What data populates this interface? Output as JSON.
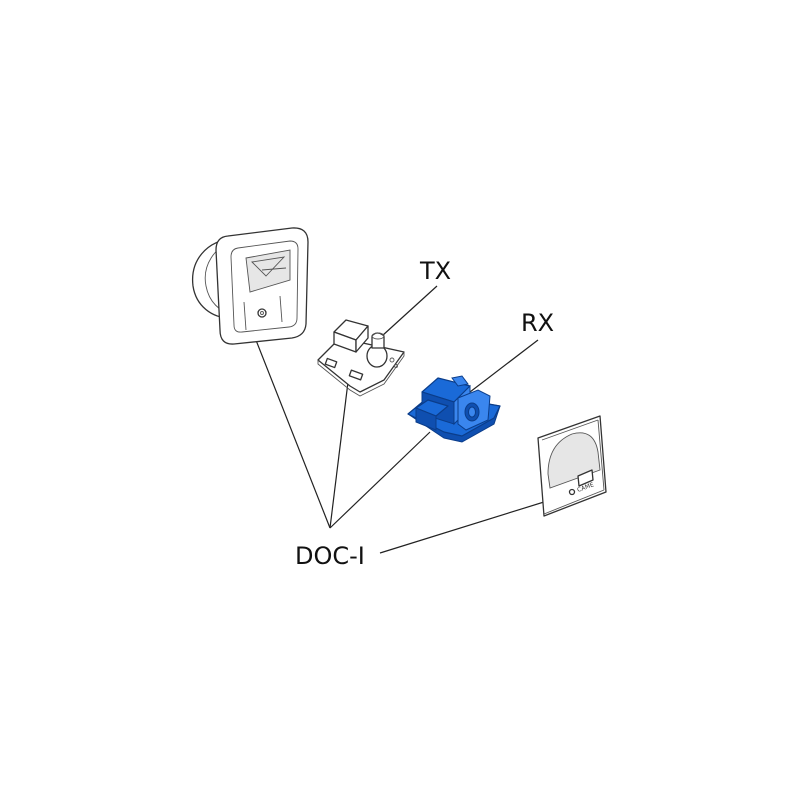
{
  "labels": {
    "tx": "TX",
    "rx": "RX",
    "doc": "DOC-I"
  },
  "cover_plate_text": "CAME",
  "colors": {
    "highlight": "#1a6ad8",
    "line": "#222222",
    "background": "#ffffff"
  }
}
